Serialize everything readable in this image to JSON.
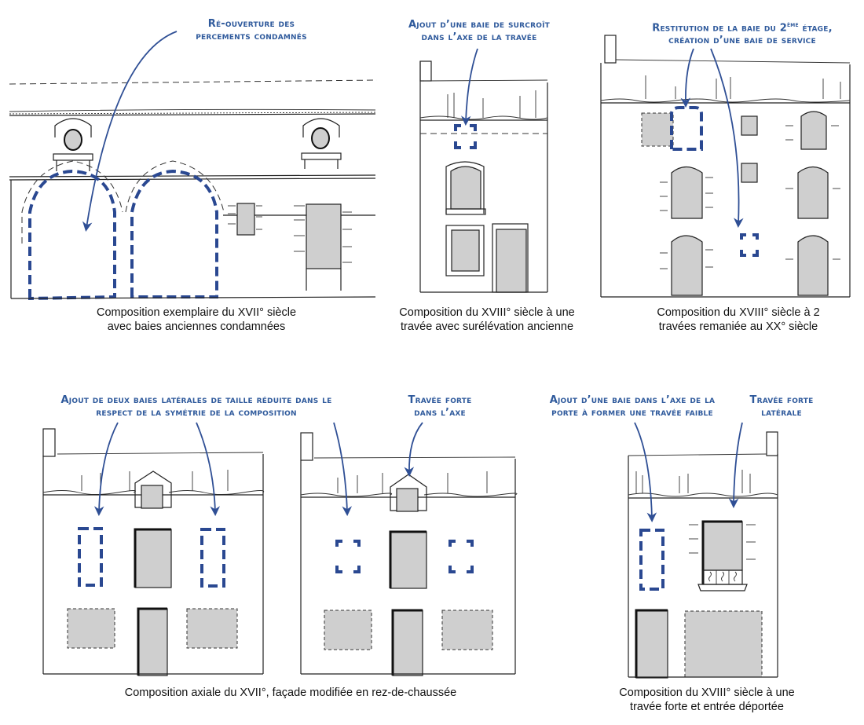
{
  "figure": {
    "colors": {
      "annotation": "#2f5a9c",
      "proposal_outline": "#2a4891",
      "glazing": "#cfcfcf",
      "ink": "#222222"
    },
    "panels": [
      {
        "id": "xvii-arcades",
        "annotations": [
          {
            "lines": [
              "Ré-ouverture des",
              "percements condamnés"
            ]
          }
        ],
        "caption": [
          "Composition exemplaire du XVII° siècle",
          "avec baies anciennes condamnées"
        ]
      },
      {
        "id": "xviii-one-bay",
        "annotations": [
          {
            "lines": [
              "Ajout d’une baie de surcroît",
              "dans l’axe de la travée"
            ]
          }
        ],
        "caption": [
          "Composition du XVIII° siècle à une",
          "travée avec surélévation ancienne"
        ]
      },
      {
        "id": "xviii-two-bays",
        "annotations": [
          {
            "lines": [
              "Restitution de la baie du 2",
              "ème",
              " étage,",
              "création d’une baie de service"
            ]
          }
        ],
        "caption": [
          "Composition du XVIII° siècle à 2",
          "travées remaniée au XX° siècle"
        ]
      },
      {
        "id": "xvii-axial",
        "annotations": [
          {
            "lines": [
              "Ajout de deux baies latérales de taille réduite dans le",
              "respect de la symétrie de la composition"
            ]
          },
          {
            "lines": [
              "Travée forte",
              "dans l’axe"
            ]
          }
        ],
        "caption": [
          "Composition axiale du XVII°, façade modifiée en rez-de-chaussée"
        ]
      },
      {
        "id": "xviii-offset-entry",
        "annotations": [
          {
            "lines": [
              "Ajout d’une baie dans l’axe de la",
              "porte à former une travée faible"
            ]
          },
          {
            "lines": [
              "Travée forte",
              "latérale"
            ]
          }
        ],
        "caption": [
          "Composition du XVIII° siècle à une",
          "travée forte et entrée déportée"
        ]
      }
    ]
  }
}
